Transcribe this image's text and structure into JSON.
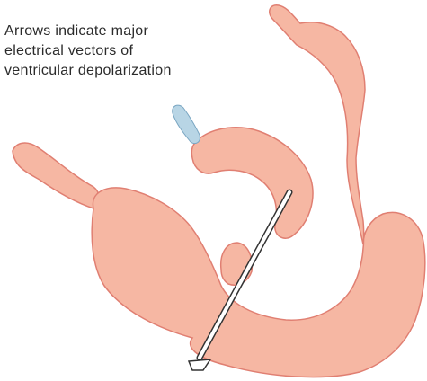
{
  "caption": {
    "lines": [
      "Arrows indicate major",
      "electrical vectors of",
      "ventricular depolarization"
    ]
  },
  "colors": {
    "tissue_fill": "#f6b7a3",
    "tissue_edge": "#e07f72",
    "vessel_fill": "#b8d5e5",
    "vessel_edge": "#7aa6c2",
    "arrow_fill": "#ffffff",
    "arrow_edge": "#333333",
    "background": "#ffffff"
  }
}
